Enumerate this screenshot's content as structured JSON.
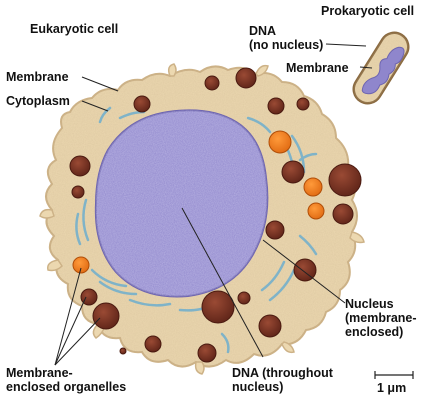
{
  "labels": {
    "eukaryotic_title": "Eukaryotic cell",
    "prokaryotic_title": "Prokaryotic cell",
    "dna_no_nucleus": "DNA\n(no nucleus)",
    "prok_membrane": "Membrane",
    "euk_membrane": "Membrane",
    "cytoplasm": "Cytoplasm",
    "nucleus": "Nucleus\n(membrane-\nenclosed)",
    "organelles": "Membrane-\nenclosed organelles",
    "dna_throughout": "DNA (throughout\nnucleus)",
    "scale": "1 μm"
  },
  "colors": {
    "cytoplasm": "#ecd8b0",
    "cell_edge": "#cdb287",
    "nucleus": "#8f86cc",
    "nucleus_edge": "#6e65b0",
    "organelle_brown": "#7a3626",
    "organelle_orange": "#ee7a1e",
    "er_blue": "#7fb3c8",
    "line": "#222222"
  }
}
